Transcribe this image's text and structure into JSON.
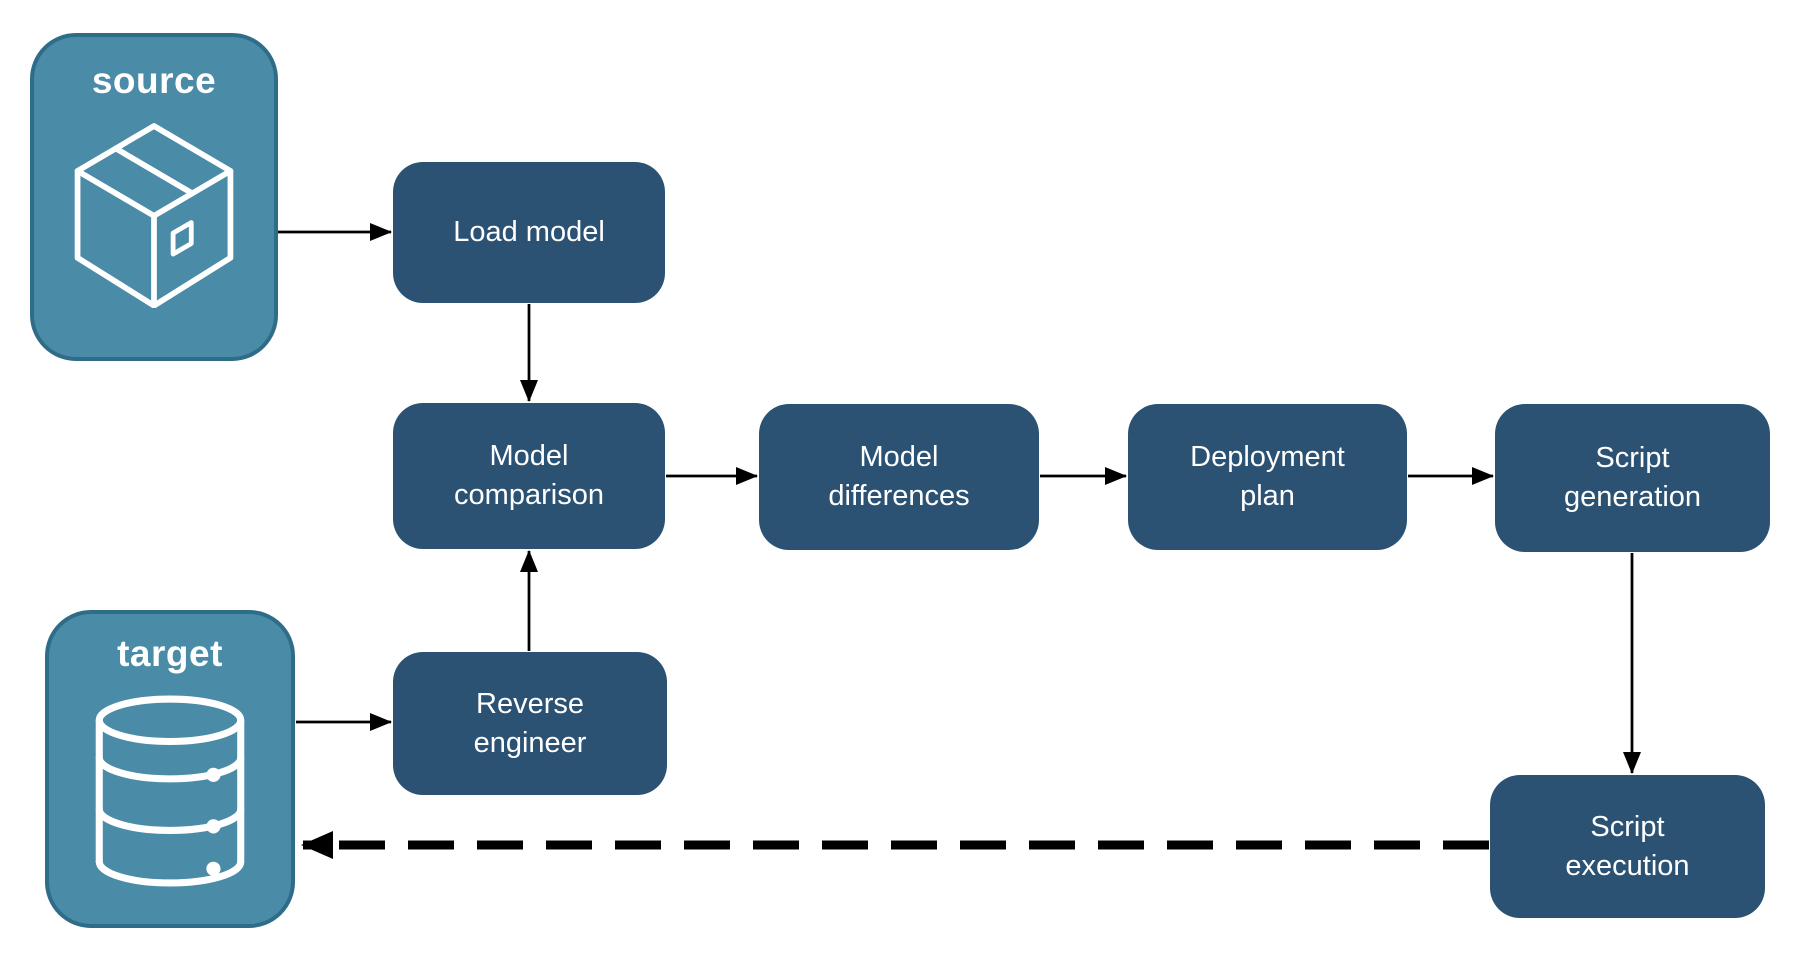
{
  "diagram": {
    "type": "flowchart",
    "background": "#FFFFFF"
  },
  "colors": {
    "process_fill": "#2B5273",
    "process_text": "#FFFFFF",
    "terminal_fill": "#4A8CA8",
    "terminal_border": "#2E6C88",
    "terminal_text": "#FFFFFF",
    "arrow": "#000000"
  },
  "nodes": {
    "source": {
      "label": "source",
      "icon": "package-box-icon"
    },
    "target": {
      "label": "target",
      "icon": "database-icon"
    },
    "load_model": {
      "label": "Load model"
    },
    "model_comparison": {
      "label": "Model\ncomparison"
    },
    "model_differences": {
      "label": "Model\ndifferences"
    },
    "deployment_plan": {
      "label": "Deployment\nplan"
    },
    "script_generation": {
      "label": "Script\ngeneration"
    },
    "reverse_engineer": {
      "label": "Reverse\nengineer"
    },
    "script_execution": {
      "label": "Script\nexecution"
    }
  },
  "edges": [
    {
      "from": "source",
      "to": "load_model",
      "style": "solid"
    },
    {
      "from": "load_model",
      "to": "model_comparison",
      "style": "solid"
    },
    {
      "from": "target",
      "to": "reverse_engineer",
      "style": "solid"
    },
    {
      "from": "reverse_engineer",
      "to": "model_comparison",
      "style": "solid"
    },
    {
      "from": "model_comparison",
      "to": "model_differences",
      "style": "solid"
    },
    {
      "from": "model_differences",
      "to": "deployment_plan",
      "style": "solid"
    },
    {
      "from": "deployment_plan",
      "to": "script_generation",
      "style": "solid"
    },
    {
      "from": "script_generation",
      "to": "script_execution",
      "style": "solid"
    },
    {
      "from": "script_execution",
      "to": "target",
      "style": "dashed"
    }
  ]
}
